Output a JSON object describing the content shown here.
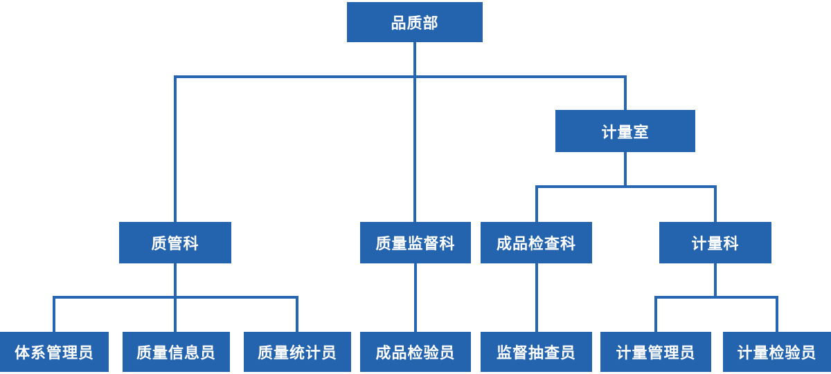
{
  "page": {
    "background": "#FFFFFF"
  },
  "colors": {
    "box_fill": "#2463AE",
    "connector": "#2565B1",
    "box_text": "#FFFFFF",
    "page_bg": "#FFFFFF"
  },
  "org": {
    "root": {
      "label": "品质部",
      "children": [
        {
          "label": "质管科",
          "children": [
            {
              "label": "体系管理员"
            },
            {
              "label": "质量信息员"
            },
            {
              "label": "质量统计员"
            }
          ]
        },
        {
          "label": "质量监督科",
          "children": [
            {
              "label": "成品检验员"
            }
          ]
        },
        {
          "label": "计量室",
          "children": [
            {
              "label": "成品检查科",
              "children": [
                {
                  "label": "监督抽查员"
                }
              ]
            },
            {
              "label": "计量科",
              "children": [
                {
                  "label": "计量管理员"
                },
                {
                  "label": "计量检验员"
                }
              ]
            }
          ]
        }
      ]
    }
  }
}
